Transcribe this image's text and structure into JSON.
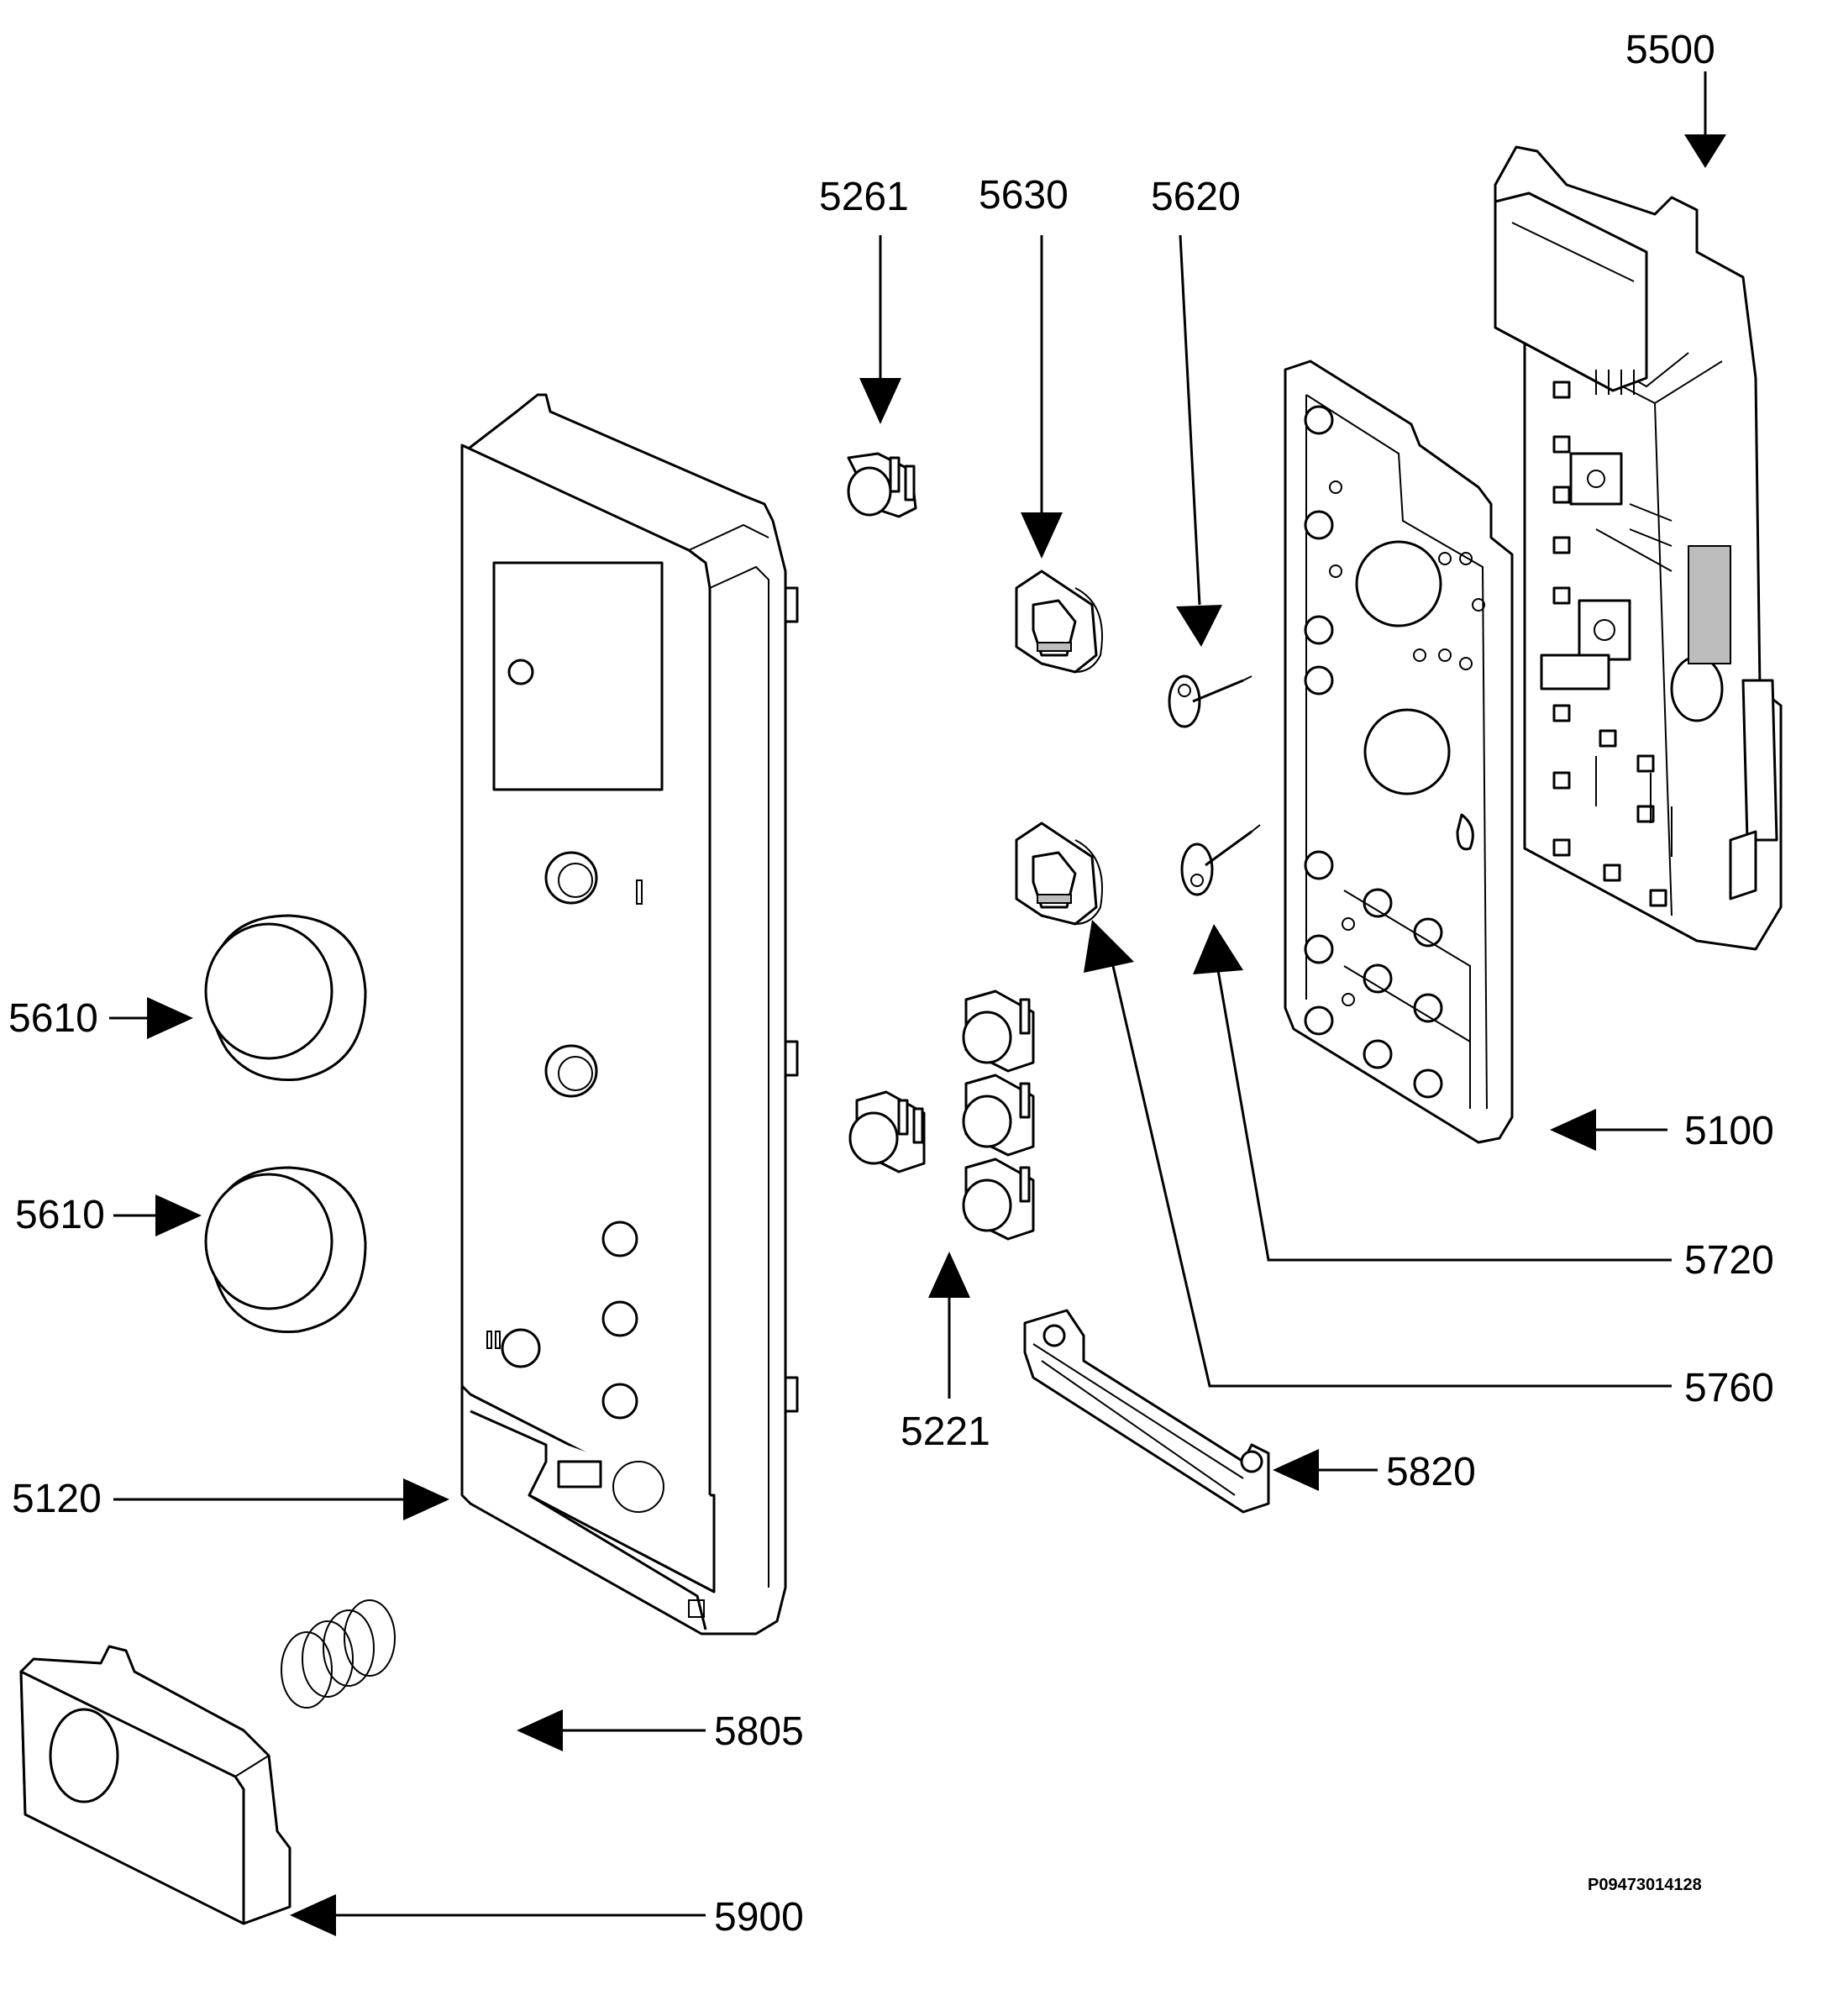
{
  "labels": {
    "p5500": "5500",
    "p5261": "5261",
    "p5630": "5630",
    "p5620": "5620",
    "p5610a": "5610",
    "p5610b": "5610",
    "p5100": "5100",
    "p5720": "5720",
    "p5760": "5760",
    "p5221": "5221",
    "p5120": "5120",
    "p5820": "5820",
    "p5805": "5805",
    "p5900": "5900"
  },
  "document_id": "P09473014128"
}
